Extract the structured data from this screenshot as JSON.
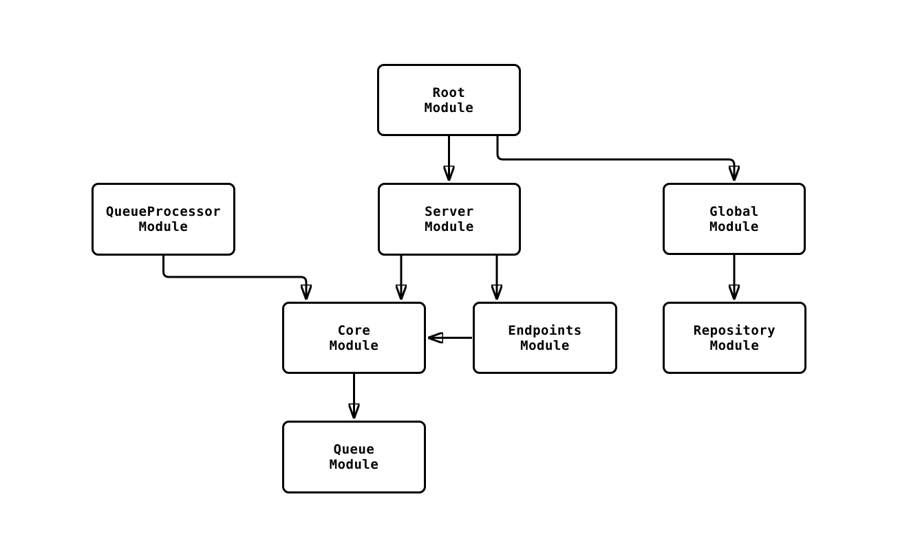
{
  "diagram": {
    "background_color": "#ffffff",
    "stroke_color": "#000000",
    "node_fill_color": "#ffffff",
    "text_color": "#000000",
    "nodes": {
      "root": {
        "line1": "Root",
        "line2": "Module"
      },
      "queueprocessor": {
        "line1": "QueueProcessor",
        "line2": "Module"
      },
      "server": {
        "line1": "Server",
        "line2": "Module"
      },
      "global": {
        "line1": "Global",
        "line2": "Module"
      },
      "core": {
        "line1": "Core",
        "line2": "Module"
      },
      "endpoints": {
        "line1": "Endpoints",
        "line2": "Module"
      },
      "repository": {
        "line1": "Repository",
        "line2": "Module"
      },
      "queue": {
        "line1": "Queue",
        "line2": "Module"
      }
    },
    "edges": [
      {
        "from": "Root Module",
        "to": "Server Module"
      },
      {
        "from": "Root Module",
        "to": "Global Module"
      },
      {
        "from": "QueueProcessor Module",
        "to": "Core Module"
      },
      {
        "from": "Server Module",
        "to": "Core Module"
      },
      {
        "from": "Server Module",
        "to": "Endpoints Module"
      },
      {
        "from": "Endpoints Module",
        "to": "Core Module"
      },
      {
        "from": "Global Module",
        "to": "Repository Module"
      },
      {
        "from": "Core Module",
        "to": "Queue Module"
      }
    ]
  }
}
